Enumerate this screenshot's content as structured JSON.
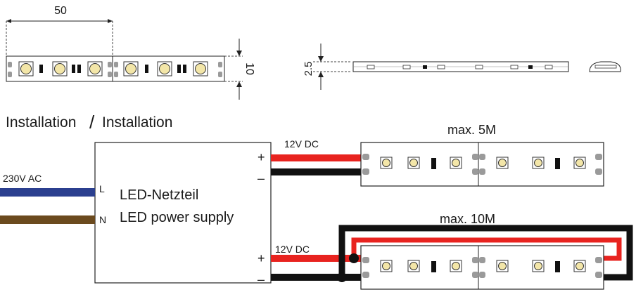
{
  "dimensions": {
    "strip_width": "50",
    "strip_height": "10",
    "profile_thickness": "2.5"
  },
  "heading": {
    "left": "Installation",
    "separator": "/",
    "right": "Installation"
  },
  "power_supply": {
    "name_de": "LED-Netzteil",
    "name_en": "LED power supply",
    "input_live": "L",
    "input_neutral": "N",
    "output_plus": "+",
    "output_minus": "–"
  },
  "mains": {
    "label": "230V AC"
  },
  "circuits": [
    {
      "voltage": "12V DC",
      "length": "max. 5M",
      "plus_label": "+",
      "minus_label": "–"
    },
    {
      "voltage": "12V DC",
      "length": "max. 10M",
      "plus_label": "+",
      "minus_label": "–"
    }
  ],
  "colors": {
    "positive_wire": "#e8231f",
    "negative_wire": "#111111",
    "live_wire": "#2b3f8f",
    "neutral_wire": "#6b4a1e",
    "led_fill": "#f3e6a8",
    "pad": "#9a9a9a"
  }
}
